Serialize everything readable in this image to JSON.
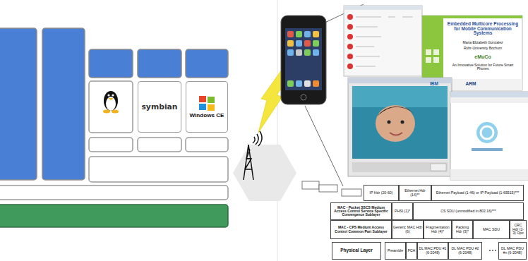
{
  "diagram": {
    "nodes": [
      {
        "text": [
          "symbian"
        ]
      },
      {
        "text": [
          "Windows CE"
        ]
      }
    ],
    "labels": [
      "Embedded Multicore Processing for Mobile Communication Systems",
      "Maria Elizabeth Gonzalez",
      "Ruhr-University Bochum",
      "eMuCo",
      "An Innovative Solution for Future Smart Phones",
      "IBM",
      "ARM",
      "IP Hdr (20-60)",
      "Ethernet Hdr (14)**",
      "Ethernet Payload (1-46) or IP Payload (1-65515)***",
      "MAC - Packet SSCS Medium Access Control Service Specific Convergence Sublayer",
      "PHSI (1)*",
      "CS SDU (unmodified in 802.16)***",
      "MAC - CPS Medium Access Control Common Part Sublayer",
      "Generic MAC Hdr (6)",
      "Fragmentation Hdr (4)*",
      "Packing Hdr (3)*",
      "MAC SDU",
      "CRC Hdr (2-3) Opc",
      "Physical Layer",
      "Preamble",
      "FCH",
      "DL MAC PDU #1 (6-2048)",
      "DL MAC PDU #2 (6-2048)",
      "DL MAC PDU #n (6-2048)"
    ]
  }
}
